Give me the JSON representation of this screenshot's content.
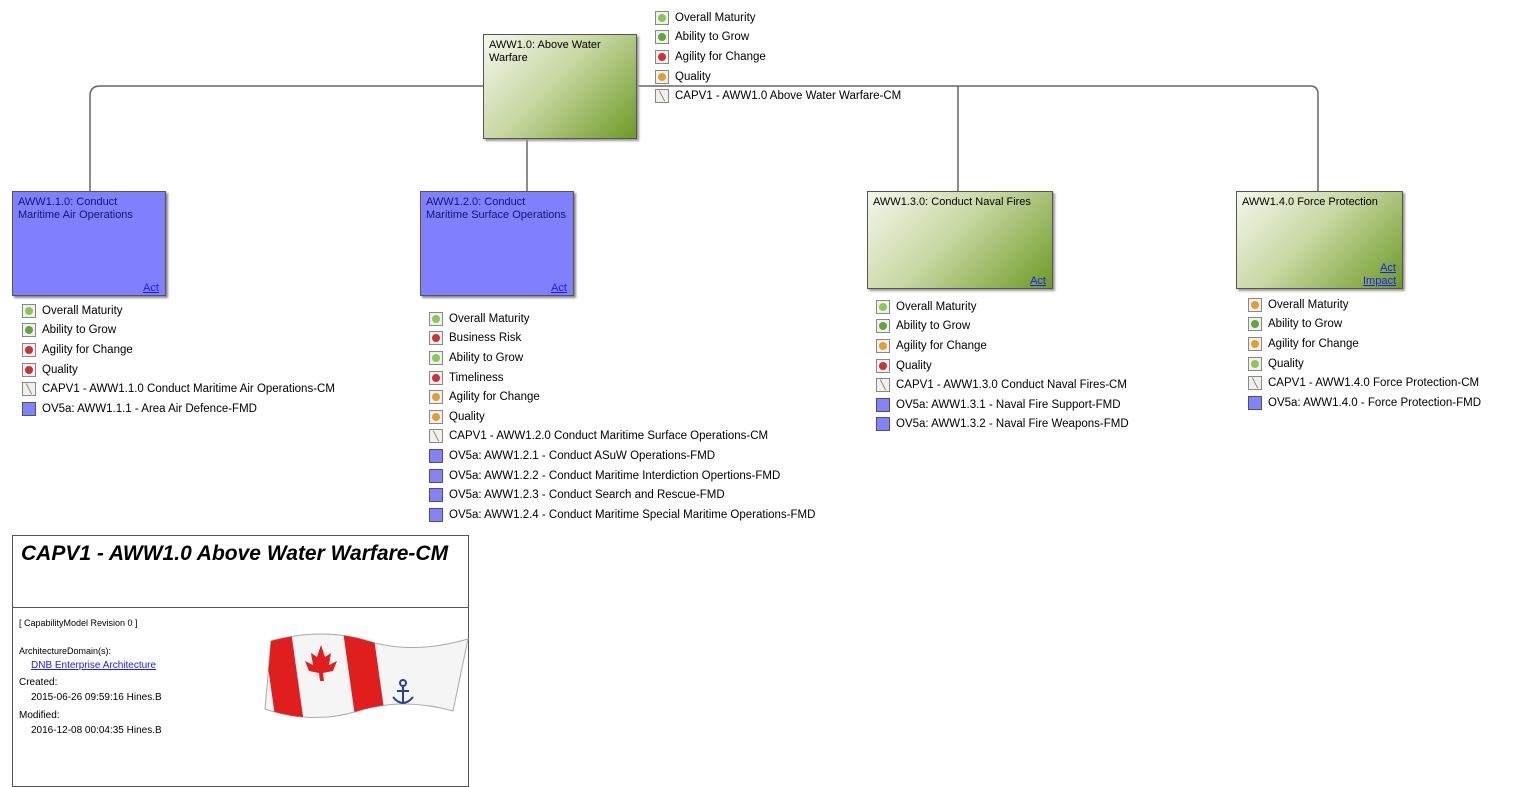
{
  "colors": {
    "green": "#6fae3f",
    "red": "#d23c3c",
    "orange": "#e0a030",
    "ltgreen": "#8cc850",
    "blue": "#8080ff"
  },
  "root": {
    "title": "AWW1.0: Above Water Warfare",
    "items": [
      {
        "icon": "green-dot-icon",
        "color": "#8cc850",
        "label": "Overall Maturity"
      },
      {
        "icon": "green-dot-icon",
        "color": "#5ea83a",
        "label": "Ability to Grow"
      },
      {
        "icon": "red-dot-icon",
        "color": "#cc3333",
        "label": "Agility for Change"
      },
      {
        "icon": "orange-dot-icon",
        "color": "#e0a030",
        "label": "Quality"
      },
      {
        "icon": "capability-model-icon",
        "label": "CAPV1 - AWW1.0 Above Water Warfare-CM"
      }
    ]
  },
  "nodes": [
    {
      "title": "AWW1.1.0: Conduct Maritime Air Operations",
      "links": [
        "Act"
      ],
      "items": [
        {
          "icon": "green-dot-icon",
          "color": "#8cc850",
          "label": "Overall Maturity"
        },
        {
          "icon": "green-dot-icon",
          "color": "#5ea83a",
          "label": "Ability to Grow"
        },
        {
          "icon": "red-dot-icon",
          "color": "#cc3333",
          "label": "Agility for Change"
        },
        {
          "icon": "red-dot-icon",
          "color": "#cc3333",
          "label": "Quality"
        },
        {
          "icon": "capability-model-icon",
          "label": "CAPV1 - AWW1.1.0 Conduct Maritime Air Operations-CM"
        },
        {
          "icon": "function-model-icon",
          "label": "OV5a: AWW1.1.1 - Area Air Defence-FMD"
        }
      ]
    },
    {
      "title": "AWW1.2.0: Conduct Maritime Surface Operations",
      "links": [
        "Act"
      ],
      "items": [
        {
          "icon": "green-dot-icon",
          "color": "#8cc850",
          "label": "Overall Maturity"
        },
        {
          "icon": "red-dot-icon",
          "color": "#cc3333",
          "label": "Business Risk"
        },
        {
          "icon": "green-dot-icon",
          "color": "#8cc850",
          "label": "Ability to Grow"
        },
        {
          "icon": "red-dot-icon",
          "color": "#cc3333",
          "label": "Timeliness"
        },
        {
          "icon": "orange-dot-icon",
          "color": "#e0a030",
          "label": "Agility for Change"
        },
        {
          "icon": "orange-dot-icon",
          "color": "#e0a030",
          "label": "Quality"
        },
        {
          "icon": "capability-model-icon",
          "label": "CAPV1 - AWW1.2.0 Conduct Maritime Surface Operations-CM"
        },
        {
          "icon": "function-model-icon",
          "label": "OV5a: AWW1.2.1 - Conduct ASuW Operations-FMD"
        },
        {
          "icon": "function-model-icon",
          "label": "OV5a: AWW1.2.2 - Conduct Maritime Interdiction Opertions-FMD"
        },
        {
          "icon": "function-model-icon",
          "label": "OV5a: AWW1.2.3 - Conduct Search and Rescue-FMD"
        },
        {
          "icon": "function-model-icon",
          "label": "OV5a: AWW1.2.4 - Conduct Maritime Special Maritime Operations-FMD"
        }
      ]
    },
    {
      "title": "AWW1.3.0: Conduct Naval Fires",
      "links": [
        "Act"
      ],
      "items": [
        {
          "icon": "green-dot-icon",
          "color": "#8cc850",
          "label": "Overall Maturity"
        },
        {
          "icon": "green-dot-icon",
          "color": "#5ea83a",
          "label": "Ability to Grow"
        },
        {
          "icon": "orange-dot-icon",
          "color": "#e0a030",
          "label": "Agility for Change"
        },
        {
          "icon": "red-dot-icon",
          "color": "#cc3333",
          "label": "Quality"
        },
        {
          "icon": "capability-model-icon",
          "label": "CAPV1 - AWW1.3.0 Conduct Naval Fires-CM"
        },
        {
          "icon": "function-model-icon",
          "label": "OV5a: AWW1.3.1 - Naval Fire Support-FMD"
        },
        {
          "icon": "function-model-icon",
          "label": "OV5a: AWW1.3.2 - Naval Fire Weapons-FMD"
        }
      ]
    },
    {
      "title": "AWW1.4.0 Force Protection",
      "links": [
        "Act",
        "Impact"
      ],
      "items": [
        {
          "icon": "orange-dot-icon",
          "color": "#e0a030",
          "label": "Overall Maturity"
        },
        {
          "icon": "green-dot-icon",
          "color": "#5ea83a",
          "label": "Ability to Grow"
        },
        {
          "icon": "orange-dot-icon",
          "color": "#e0a030",
          "label": "Agility for Change"
        },
        {
          "icon": "green-dot-icon",
          "color": "#8cc850",
          "label": "Quality"
        },
        {
          "icon": "capability-model-icon",
          "label": "CAPV1 - AWW1.4.0 Force Protection-CM"
        },
        {
          "icon": "function-model-icon",
          "label": "OV5a: AWW1.4.0 - Force Protection-FMD"
        }
      ]
    }
  ],
  "panel": {
    "title": "CAPV1 - AWW1.0 Above Water Warfare-CM",
    "revision": "[ CapabilityModel Revision 0 ]",
    "domain_label": "ArchitectureDomain(s):",
    "domain_link": "DNB Enterprise Architecture",
    "created_label": "Created:",
    "created_value": "2015-06-26 09:59:16   Hines.B",
    "modified_label": "Modified:",
    "modified_value": "2016-12-08 00:04:35   Hines.B"
  }
}
